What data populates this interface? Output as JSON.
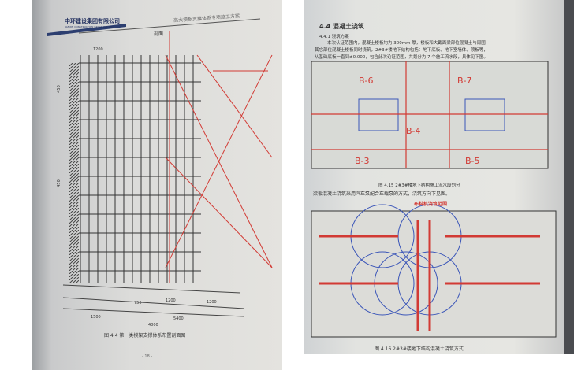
{
  "left_page": {
    "company_name": "中环建设集团有限公司",
    "company_name_en": "JIANXIN CONSTRUCTION GROUP CO., LTD",
    "header_title": "高大模板支撑体系专项施工方案",
    "section_mark": "剖面",
    "dimensions": {
      "vertical": "450",
      "bottom_spans": [
        "750",
        "1200",
        "1200",
        "1500",
        "5400",
        "4800"
      ],
      "top": "1200"
    },
    "caption": "图 4.4 第一类模架支撑体系布置剖面图",
    "page_number": "- 18 -"
  },
  "right_page": {
    "section_heading": "4.4 混凝土浇筑",
    "subsection_heading": "4.4.1 浇筑方案",
    "paragraph": [
      "本次认证范围内，混凝土楼板均为 300mm 厚，楼板和大截面梁部位混凝土与周围",
      "其它部位混凝土楼板同时浇筑，2#3#楼地下结构包括：地下底板、地下室墙体、顶板等，",
      "从基础底板一直到±0.000，包含此次论证范围，共划分为 7 个施工流水段，具体见下图。"
    ],
    "zone_labels": [
      "B-6",
      "B-7",
      "B-4",
      "B-3",
      "B-5"
    ],
    "figure1_caption": "图 4.15 2#3#楼地下结构施工流水段划分",
    "paragraph2": "梁板混凝土浇筑采用汽车泵配合车载泵的方式，浇筑方向下见图。",
    "figure2_title": "布料机浇筑范围",
    "figure2_caption": "图 4.16 2#3#楼地下结构混凝土浇筑方式"
  },
  "colors": {
    "red": "#d23a34",
    "blue": "#3a55b8",
    "green": "#4c8a5c"
  }
}
